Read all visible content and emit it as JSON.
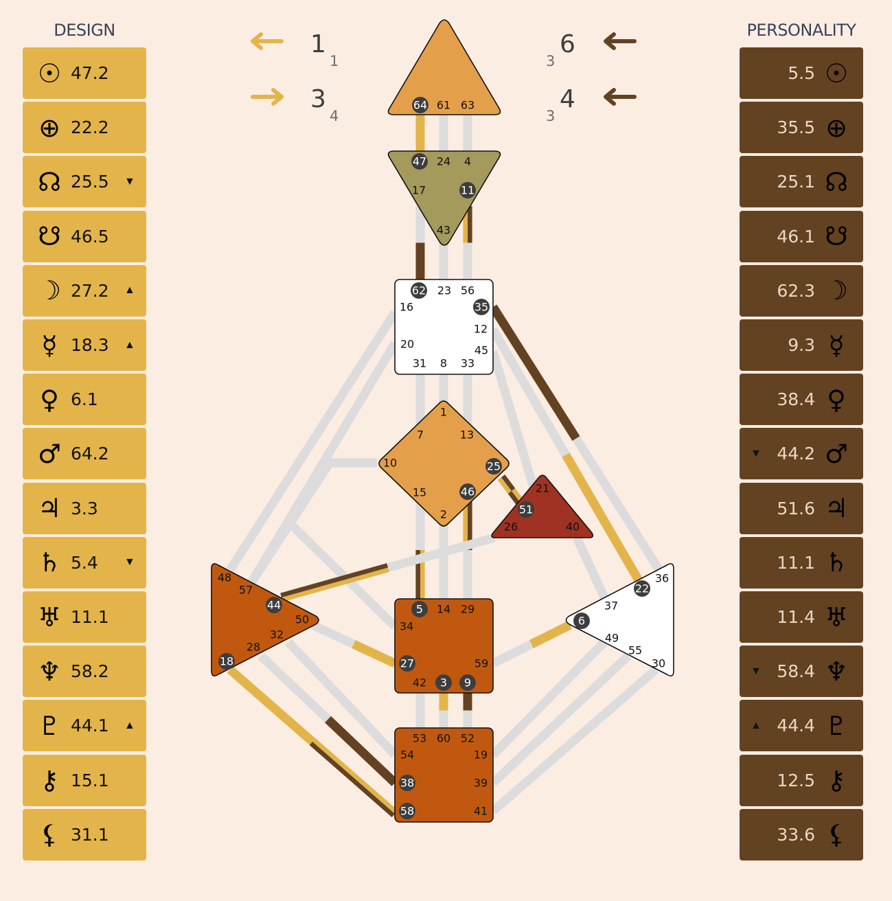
{
  "colors": {
    "design": "#e3b44a",
    "personality": "#634222",
    "inactive": "#dcdcdc",
    "gate_on": "#3d3d3d"
  },
  "design": {
    "title": "DESIGN",
    "rows": [
      {
        "icon": "sun-icon",
        "value": "47.2",
        "arrow": null
      },
      {
        "icon": "earth-icon",
        "value": "22.2",
        "arrow": null
      },
      {
        "icon": "north-node-icon",
        "value": "25.5",
        "arrow": "down"
      },
      {
        "icon": "south-node-icon",
        "value": "46.5",
        "arrow": null
      },
      {
        "icon": "moon-icon",
        "value": "27.2",
        "arrow": "up"
      },
      {
        "icon": "mercury-icon",
        "value": "18.3",
        "arrow": "up"
      },
      {
        "icon": "venus-icon",
        "value": "6.1",
        "arrow": null
      },
      {
        "icon": "mars-icon",
        "value": "64.2",
        "arrow": null
      },
      {
        "icon": "jupiter-icon",
        "value": "3.3",
        "arrow": null
      },
      {
        "icon": "saturn-icon",
        "value": "5.4",
        "arrow": "down"
      },
      {
        "icon": "uranus-icon",
        "value": "11.1",
        "arrow": null
      },
      {
        "icon": "neptune-icon",
        "value": "58.2",
        "arrow": null
      },
      {
        "icon": "pluto-icon",
        "value": "44.1",
        "arrow": "up"
      },
      {
        "icon": "chiron-icon",
        "value": "15.1",
        "arrow": null
      },
      {
        "icon": "lilith-icon",
        "value": "31.1",
        "arrow": null
      }
    ]
  },
  "personality": {
    "title": "PERSONALITY",
    "rows": [
      {
        "icon": "sun-icon",
        "value": "5.5",
        "arrow": null
      },
      {
        "icon": "earth-icon",
        "value": "35.5",
        "arrow": null
      },
      {
        "icon": "north-node-icon",
        "value": "25.1",
        "arrow": null
      },
      {
        "icon": "south-node-icon",
        "value": "46.1",
        "arrow": null
      },
      {
        "icon": "moon-icon",
        "value": "62.3",
        "arrow": null
      },
      {
        "icon": "mercury-icon",
        "value": "9.3",
        "arrow": null
      },
      {
        "icon": "venus-icon",
        "value": "38.4",
        "arrow": null
      },
      {
        "icon": "mars-icon",
        "value": "44.2",
        "arrow": "down"
      },
      {
        "icon": "jupiter-icon",
        "value": "51.6",
        "arrow": null
      },
      {
        "icon": "saturn-icon",
        "value": "11.1",
        "arrow": null
      },
      {
        "icon": "uranus-icon",
        "value": "11.4",
        "arrow": null
      },
      {
        "icon": "neptune-icon",
        "value": "58.4",
        "arrow": "down"
      },
      {
        "icon": "pluto-icon",
        "value": "44.4",
        "arrow": "up"
      },
      {
        "icon": "chiron-icon",
        "value": "12.5",
        "arrow": null
      },
      {
        "icon": "lilith-icon",
        "value": "33.6",
        "arrow": null
      }
    ]
  },
  "variables": {
    "design_top": {
      "arrow": "left",
      "main": "1",
      "sub": "1"
    },
    "design_bottom": {
      "arrow": "right",
      "main": "3",
      "sub": "4"
    },
    "personality_top": {
      "arrow": "left",
      "main": "6",
      "sub": "3"
    },
    "personality_bottom": {
      "arrow": "left",
      "main": "4",
      "sub": "3"
    }
  },
  "centers": [
    {
      "id": "head",
      "color": "#e49f4a",
      "gates": [
        "64",
        "61",
        "63"
      ]
    },
    {
      "id": "ajna",
      "color": "#a39a5c",
      "gates": [
        "47",
        "24",
        "4",
        "17",
        "11",
        "43"
      ]
    },
    {
      "id": "throat",
      "color": "#ffffff",
      "gates": [
        "62",
        "23",
        "56",
        "16",
        "35",
        "12",
        "20",
        "45",
        "31",
        "8",
        "33"
      ]
    },
    {
      "id": "g",
      "color": "#e49f4a",
      "gates": [
        "1",
        "7",
        "13",
        "10",
        "25",
        "15",
        "46",
        "2"
      ]
    },
    {
      "id": "heart",
      "color": "#a03223",
      "gates": [
        "21",
        "51",
        "26",
        "40"
      ]
    },
    {
      "id": "sacral",
      "color": "#c0590f",
      "gates": [
        "5",
        "14",
        "29",
        "34",
        "27",
        "59",
        "42",
        "3",
        "9"
      ]
    },
    {
      "id": "root",
      "color": "#c0590f",
      "gates": [
        "53",
        "60",
        "52",
        "54",
        "19",
        "38",
        "39",
        "58",
        "41"
      ]
    },
    {
      "id": "spleen",
      "color": "#c0590f",
      "gates": [
        "48",
        "57",
        "44",
        "50",
        "32",
        "28",
        "18"
      ]
    },
    {
      "id": "solar-plexus",
      "color": "#ffffff",
      "gates": [
        "36",
        "22",
        "37",
        "6",
        "49",
        "55",
        "30"
      ]
    }
  ],
  "gate_activation": {
    "64": "design",
    "47": "design",
    "11": "both",
    "62": "personality",
    "35": "personality",
    "25": "both",
    "51": "both",
    "46": "both",
    "5": "both",
    "44": "both",
    "3": "design",
    "9": "personality",
    "27": "design",
    "6": "design",
    "22": "design",
    "18": "design",
    "58": "both",
    "38": "personality"
  },
  "channels": [
    [
      "64",
      "47"
    ],
    [
      "61",
      "24"
    ],
    [
      "63",
      "4"
    ],
    [
      "17",
      "62"
    ],
    [
      "43",
      "23"
    ],
    [
      "11",
      "56"
    ],
    [
      "16",
      "48"
    ],
    [
      "20",
      "57"
    ],
    [
      "20",
      "34"
    ],
    [
      "20",
      "10"
    ],
    [
      "10",
      "57"
    ],
    [
      "10",
      "34"
    ],
    [
      "57",
      "34"
    ],
    [
      "31",
      "7"
    ],
    [
      "8",
      "1"
    ],
    [
      "33",
      "13"
    ],
    [
      "45",
      "21"
    ],
    [
      "35",
      "36"
    ],
    [
      "12",
      "22"
    ],
    [
      "25",
      "51"
    ],
    [
      "15",
      "5"
    ],
    [
      "2",
      "14"
    ],
    [
      "46",
      "29"
    ],
    [
      "26",
      "44"
    ],
    [
      "40",
      "37"
    ],
    [
      "50",
      "27"
    ],
    [
      "59",
      "6"
    ],
    [
      "42",
      "53"
    ],
    [
      "3",
      "60"
    ],
    [
      "9",
      "52"
    ],
    [
      "32",
      "54"
    ],
    [
      "28",
      "38"
    ],
    [
      "18",
      "58"
    ],
    [
      "19",
      "49"
    ],
    [
      "39",
      "55"
    ],
    [
      "41",
      "30"
    ]
  ]
}
